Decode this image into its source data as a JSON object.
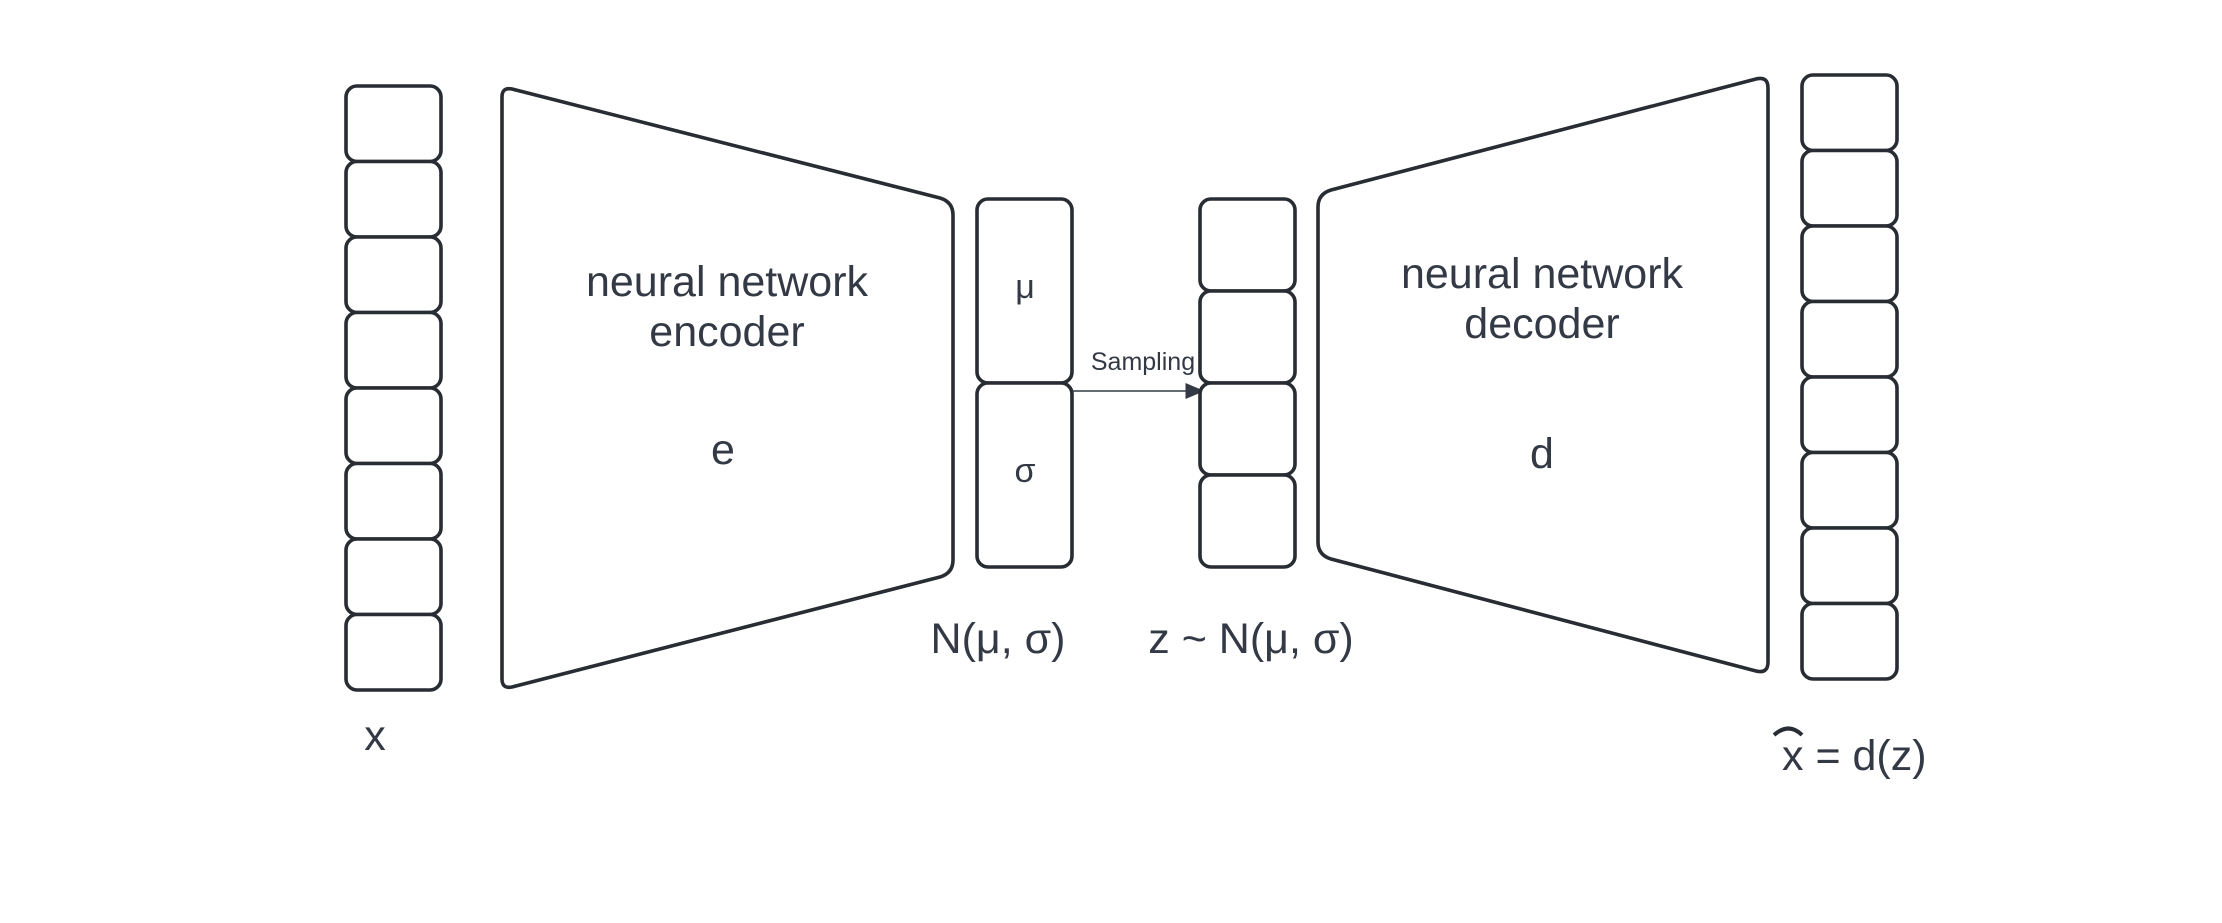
{
  "encoder": {
    "title_line1": "neural network",
    "title_line2": "encoder",
    "symbol": "e"
  },
  "decoder": {
    "title_line1": "neural network",
    "title_line2": "decoder",
    "symbol": "d"
  },
  "latent_params": {
    "mu": "μ",
    "sigma": "σ",
    "label": "N(μ, σ)"
  },
  "sampling": {
    "label": "Sampling"
  },
  "latent_z": {
    "label": "z ~ N(μ, σ)",
    "cell_count": 4
  },
  "input_vector": {
    "label": "x",
    "cell_count": 8
  },
  "output_vector": {
    "label": "x = d(z)",
    "cell_count": 8
  },
  "colors": {
    "stroke": "#282c33",
    "text": "#343a45",
    "background": "#ffffff"
  }
}
